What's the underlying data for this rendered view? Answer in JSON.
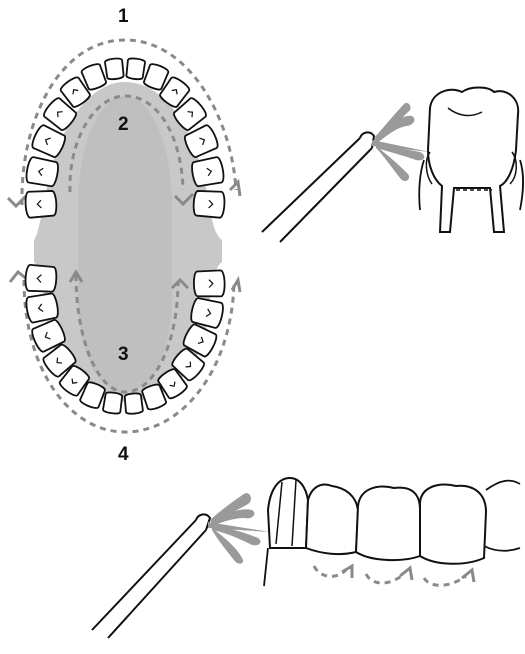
{
  "labels": {
    "step1": "1",
    "step2": "2",
    "step3": "3",
    "step4": "4"
  },
  "colors": {
    "outline": "#111111",
    "gum_fill": "#c8c8c8",
    "guide_dash": "#8a8a8a",
    "water_stream": "#9a9a9a",
    "background": "#ffffff"
  },
  "icons": {
    "upper_arch": "upper-dental-arch",
    "lower_arch": "lower-dental-arch",
    "irrigator_front": "oral-irrigator-tip-front-view",
    "irrigator_side": "oral-irrigator-tip-side-view",
    "tooth": "molar-tooth"
  }
}
